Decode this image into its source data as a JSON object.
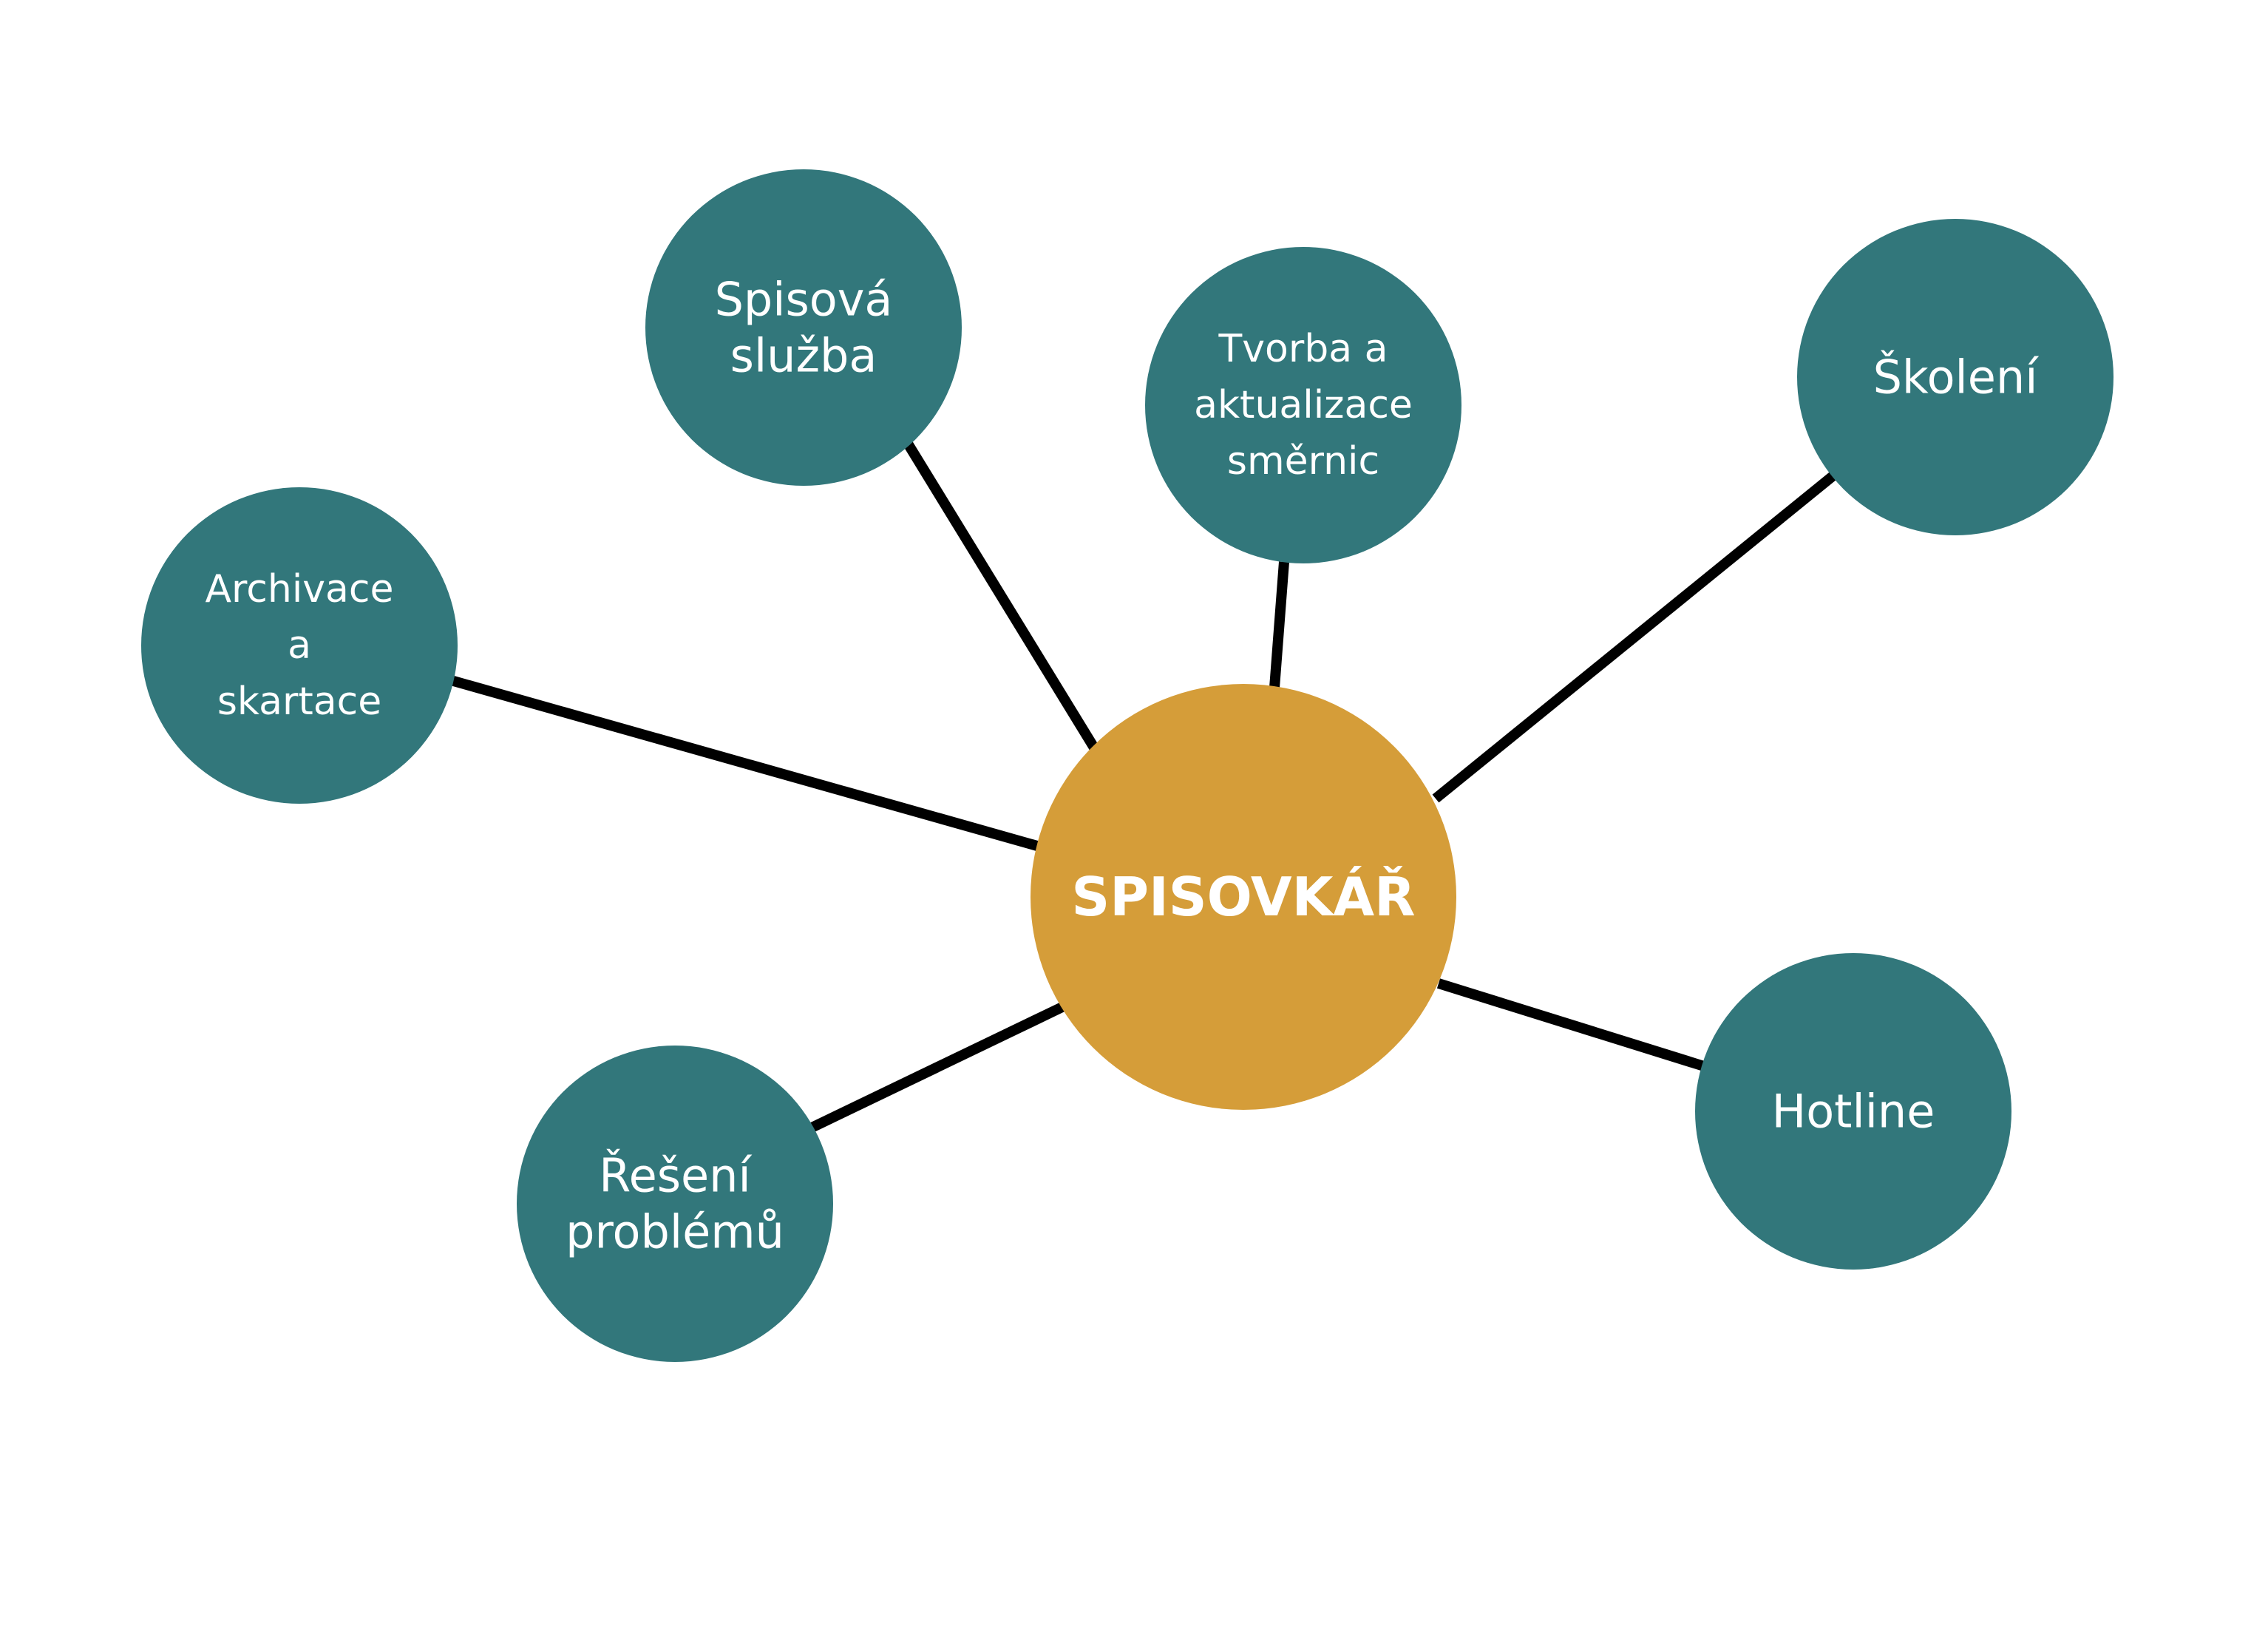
{
  "colors": {
    "center": "#D59D39",
    "node": "#32777B",
    "edge": "#000000",
    "text": "#FFFFFF"
  },
  "center": {
    "label": "SPISOVKÁŘ"
  },
  "nodes": [
    {
      "id": "spisova-sluzba",
      "lines": [
        "Spisová",
        "služba"
      ]
    },
    {
      "id": "tvorba-smernic",
      "lines": [
        "Tvorba a",
        "aktualizace",
        "směrnic"
      ]
    },
    {
      "id": "skoleni",
      "lines": [
        "Školení"
      ]
    },
    {
      "id": "archivace",
      "lines": [
        "Archivace",
        "a",
        "skartace"
      ]
    },
    {
      "id": "reseni-problemu",
      "lines": [
        "Řešení",
        "problémů"
      ]
    },
    {
      "id": "hotline",
      "lines": [
        "Hotline"
      ]
    }
  ]
}
